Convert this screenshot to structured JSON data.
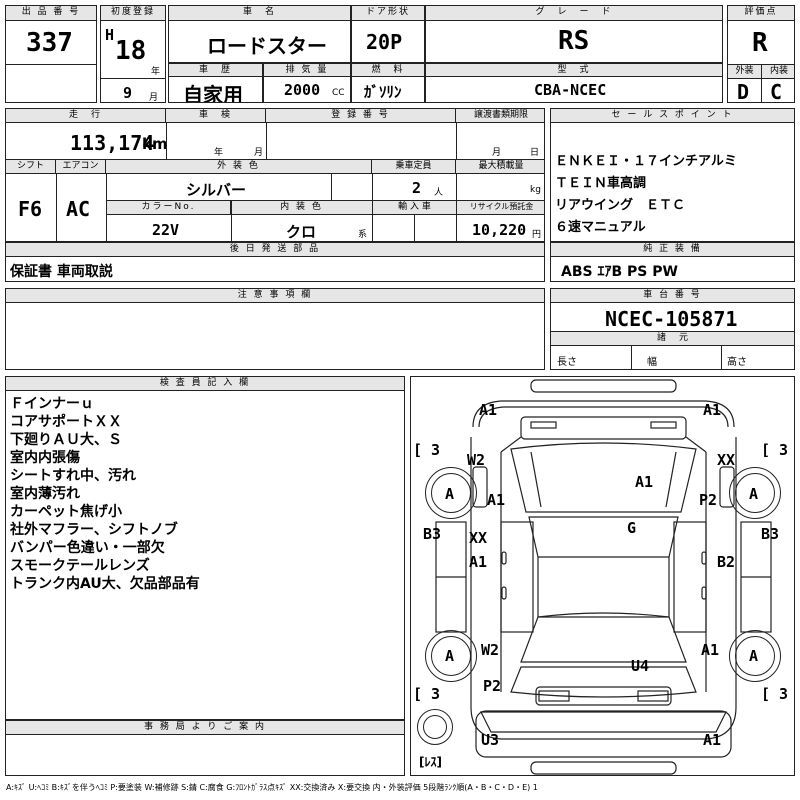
{
  "header": {
    "lot_no_label": "出 品 番 号",
    "lot_no": "337",
    "first_reg_label": "初度登録",
    "era": "H",
    "year": "18",
    "year_unit": "年",
    "month": "9",
    "month_unit": "月",
    "car_name_label": "車　名",
    "car_name": "ロードスター",
    "door_label": "ドア形状",
    "door": "20P",
    "grade_label": "グ　レ　ー　ド",
    "grade": "RS",
    "score_label": "評価点",
    "score": "R",
    "history_label": "車　歴",
    "history": "自家用",
    "displacement_label": "排 気 量",
    "displacement": "2000",
    "cc_unit": "CC",
    "fuel_label": "燃　料",
    "fuel": "ｶﾞｿﾘﾝ",
    "model_label": "型　式",
    "model": "CBA-NCEC",
    "ext_label": "外装",
    "ext_score": "D",
    "int_label": "内装",
    "int_score": "C"
  },
  "row2": {
    "mileage_label": "走　行",
    "mileage": "113,174",
    "km_unit": "km",
    "inspection_label": "車　検",
    "year_unit": "年",
    "month_unit": "月",
    "reg_no_label": "登 録 番 号",
    "transfer_label": "譲渡書類期限",
    "day_unit": "日",
    "shift_label": "シフト",
    "shift": "F6",
    "ac_label": "エアコン",
    "ac": "AC",
    "ext_color_label": "外 装 色",
    "ext_color": "シルバー",
    "capacity_label": "乗車定員",
    "capacity": "2",
    "person_unit": "人",
    "max_load_label": "最大積載量",
    "kg_unit": "kg",
    "color_no_label": "カラーNo.",
    "color_no": "22V",
    "int_color_label": "内 装 色",
    "int_color": "クロ",
    "int_color_suffix": "系",
    "import_label": "輸 入 車",
    "recycle_label": "リサイクル預託金",
    "recycle": "10,220",
    "yen_unit": "円"
  },
  "later_parts": {
    "label": "後 日 発 送 部 品",
    "value": "保証書 車両取説"
  },
  "notes": {
    "label": "注 意 事 項 欄"
  },
  "sales": {
    "label": "セ ー ル ス ポ イ ン ト",
    "lines": [
      "ＥＮＫＥＩ・１７インチアルミ",
      "ＴＥＩＮ車高調",
      "リアウイング　ＥＴＣ",
      "６速マニュアル"
    ]
  },
  "equipment": {
    "label": "純 正 装 備",
    "value": "ABS ｴｱB PS PW"
  },
  "chassis": {
    "label": "車 台 番 号",
    "value": "NCEC-105871"
  },
  "specs": {
    "label": "諸　元",
    "length": "長さ",
    "width": "幅",
    "height": "高さ"
  },
  "inspector": {
    "label": "検 査 員 記 入 欄",
    "lines": [
      "Ｆインナーｕ",
      "コアサポートＸＸ",
      "下廻りＡＵ大、Ｓ",
      "室内内張傷",
      "シートすれ中、汚れ",
      "室内薄汚れ",
      "カーペット焦げ小",
      "社外マフラー、シフトノブ",
      "バンパー色違い・一部欠",
      "スモークテールレンズ",
      "トランク内AU大、欠品部品有"
    ]
  },
  "office": {
    "label": "事 務 局 よ り ご 案 内"
  },
  "diagram": {
    "marks": {
      "front_left": "A1",
      "front_right": "A1",
      "fl_fender": "W2",
      "fr_fender": "XX",
      "fl_wheel": "A",
      "fr_wheel": "A",
      "fl_tire": "[ 3",
      "fr_tire": "[ 3",
      "hood_left": "A1",
      "windshield": "A1",
      "fr_door_mark": "P2",
      "roof": "G",
      "left_rocker": "B3",
      "right_rocker": "B3",
      "left_door_xx": "XX",
      "left_door_a1": "A1",
      "right_door": "B2",
      "rl_wheel": "A",
      "rr_wheel": "A",
      "rl_fender": "W2",
      "rr_fender": "A1",
      "rear_left_p2": "P2",
      "trunk": "U4",
      "rl_tire": "[ 3",
      "rr_tire": "[ 3",
      "rear_left": "U3",
      "rear_right": "A1",
      "spare": "[ﾚｽ]"
    }
  },
  "legend": "A:ｷｽﾞ  U:ﾍｺﾐ  B:ｷｽﾞを伴うﾍｺﾐ  P:要塗装  W:補修跡  S:錆  C:腐食  G:ﾌﾛﾝﾄｶﾞﾗｽ点ｷｽﾞ  XX:交換済み  X:要交換  内・外装評価  5段階ﾗﾝｸ順(A・B・C・D・E) 1",
  "colors": {
    "header_bg": "#e6e6e6",
    "border": "#222222"
  }
}
